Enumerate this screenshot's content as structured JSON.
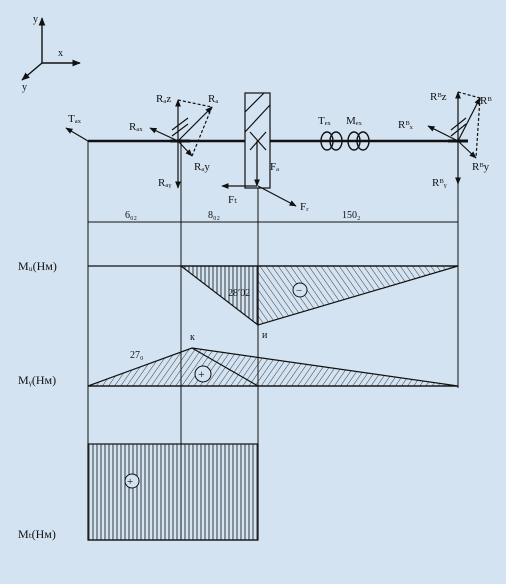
{
  "axes": {
    "y": "y",
    "x": "x",
    "z": "y"
  },
  "forces": {
    "ta": "Tₐₓ",
    "raz": "Rₐz",
    "ra": "Rₐ",
    "rax": "Rₐₓ",
    "ray": "Rₐy",
    "rah": "Rₐᵧ",
    "fa": "Fₐ",
    "ft": "Fₜ",
    "fr": "Fᵣ",
    "tb": "Tₑₓ",
    "mb": "Mₑₓ",
    "rbz": "Rᴮz",
    "rb": "Rᴮ",
    "rbx": "Rᴮₓ",
    "rby": "Rᴮy",
    "rbh": "Rᴮᵧ"
  },
  "dimensions": {
    "d1": "6₀₂",
    "d2": "8₀₂",
    "d3": "150₂"
  },
  "diagrams": {
    "mz_label": "Mᵤ(Hм)",
    "mz_value": "28ʹ02",
    "mz_tip": "ᴎ",
    "mz_sign": "−",
    "my_label": "Mᵧ(Hм)",
    "my_value": "27₀",
    "my_peak": "к",
    "my_sign": "+",
    "mt_label": "Mₜ(Hм)",
    "mt_sign": "+"
  },
  "colors": {
    "background": "#d4e3f2",
    "ink": "#111111"
  }
}
